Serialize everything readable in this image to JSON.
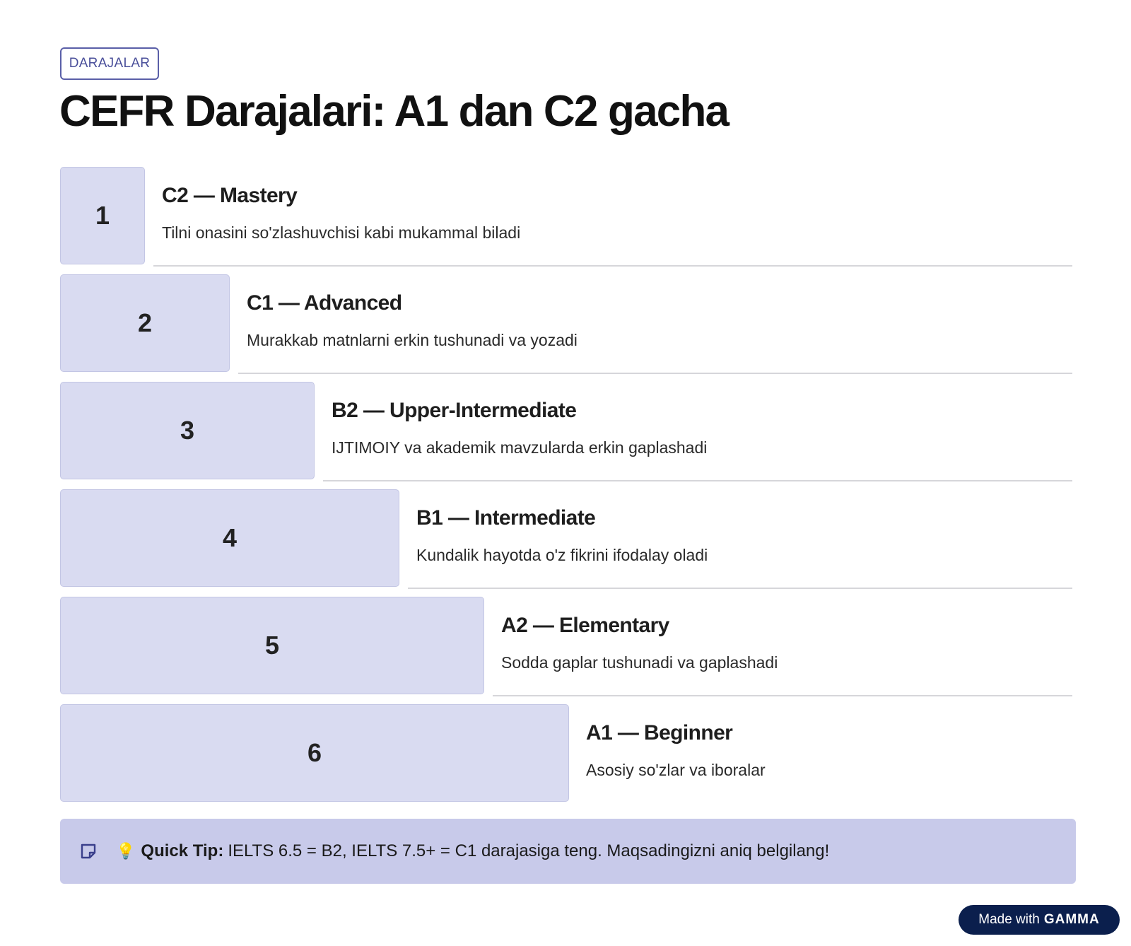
{
  "badge": "DARAJALAR",
  "title": "CEFR Darajalari: A1 dan C2 gacha",
  "levels": [
    {
      "number": "1",
      "title": "C2 — Mastery",
      "description": "Tilni onasini so'zlashuvchisi kabi mukammal biladi"
    },
    {
      "number": "2",
      "title": "C1 — Advanced",
      "description": "Murakkab matnlarni erkin tushunadi va yozadi"
    },
    {
      "number": "3",
      "title": "B2 — Upper-Intermediate",
      "description": "IJTIMOIY va akademik mavzularda erkin gaplashadi"
    },
    {
      "number": "4",
      "title": "B1 — Intermediate",
      "description": "Kundalik hayotda o'z fikrini ifodalay oladi"
    },
    {
      "number": "5",
      "title": "A2 — Elementary",
      "description": "Sodda gaplar tushunadi va gaplashadi"
    },
    {
      "number": "6",
      "title": "A1 — Beginner",
      "description": "Asosiy so'zlar va iboralar"
    }
  ],
  "tip": {
    "icon": "note-icon",
    "emoji": "💡",
    "label": "Quick Tip:",
    "text": "IELTS 6.5 = B2, IELTS 7.5+ = C1 darajasiga teng. Maqsadingizni aniq belgilang!"
  },
  "footer": {
    "made_with": "Made with",
    "brand": "GAMMA"
  },
  "colors": {
    "step_fill": "#d9dbf1",
    "tip_fill": "#c8caea",
    "badge_border": "#5a5fa8",
    "footer_bg": "#0b1f4d"
  }
}
